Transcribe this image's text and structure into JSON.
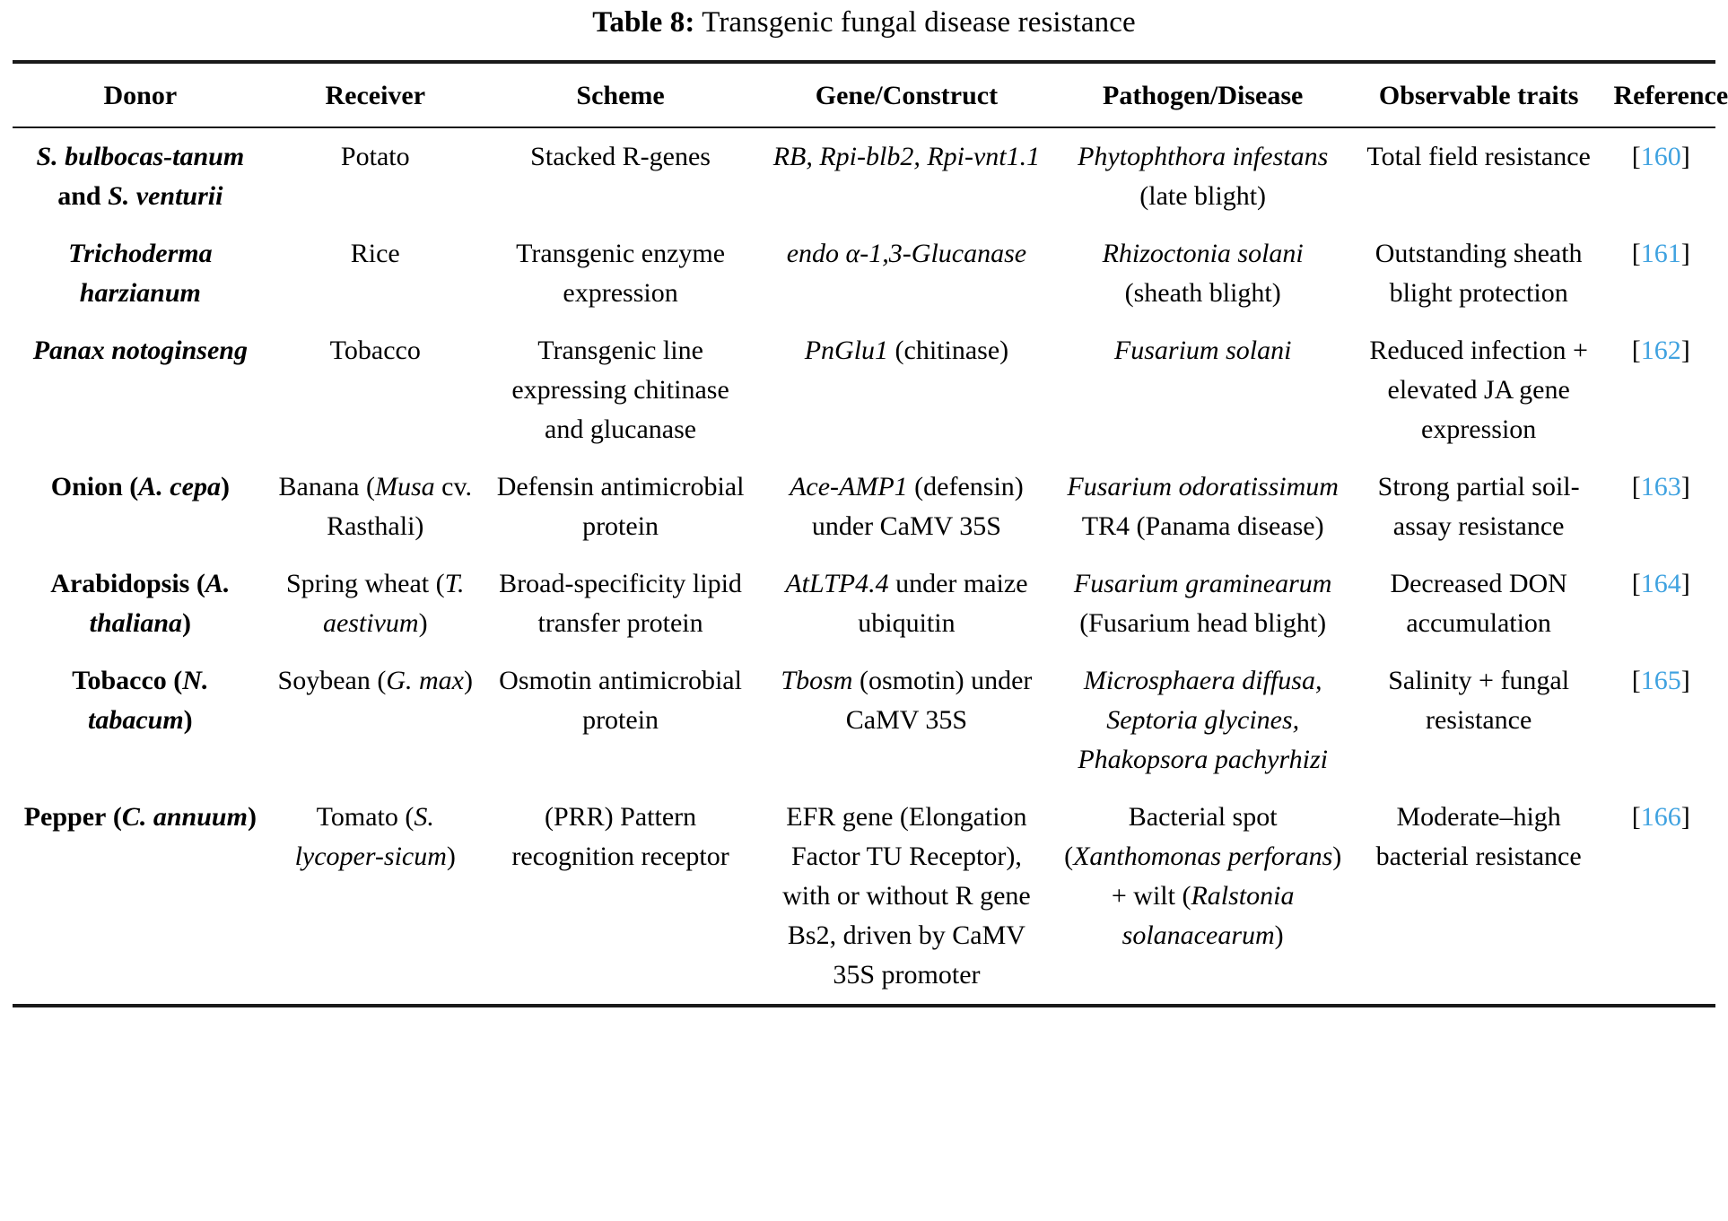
{
  "caption": {
    "label": "Table 8:",
    "text": " Transgenic fungal disease resistance"
  },
  "colors": {
    "reference_blue": "#3fa2e0",
    "rule_black": "#1a1a1a",
    "text": "#000000",
    "background": "#ffffff"
  },
  "table": {
    "headers": [
      "Donor",
      "Receiver",
      "Scheme",
      "Gene/Construct",
      "Pathogen/Disease",
      "Observable traits",
      "Reference"
    ],
    "rows": [
      {
        "donor": "S. bulbocastanum and S. venturii",
        "donor_parts": {
          "species1": "S. bulbocas-tanum",
          "conjunction": "and",
          "species2": "S. venturii"
        },
        "receiver": "Potato",
        "scheme": "Stacked R-genes",
        "gene_italic": "RB, Rpi-blb2, Rpi-vnt1.1",
        "gene_roman": "",
        "pathogen_italic": "Phytophthora infestans",
        "pathogen_roman": " (late blight)",
        "traits": "Total field resistance",
        "reference": "160"
      },
      {
        "donor": "Trichoderma harzianum",
        "receiver": "Rice",
        "scheme": "Transgenic enzyme expression",
        "gene_italic": "endo α-1,3-Glucanase",
        "gene_roman": "",
        "pathogen_italic": "Rhizoctonia solani",
        "pathogen_roman": " (sheath blight)",
        "traits": "Outstanding sheath blight protection",
        "reference": "161"
      },
      {
        "donor": "Panax notoginseng",
        "receiver": "Tobacco",
        "scheme": "Transgenic line expressing chitinase and glucanase",
        "gene_italic": "PnGlu1",
        "gene_roman": " (chitinase)",
        "pathogen_italic": "Fusarium solani",
        "pathogen_roman": "",
        "traits": "Reduced infection + elevated JA gene expression",
        "reference": "162"
      },
      {
        "donor_bold": "Onion",
        "donor_species": "A. cepa",
        "receiver_roman1": "Banana (",
        "receiver_italic": "Musa",
        "receiver_roman2": " cv. Rasthali)",
        "scheme": "Defensin antimicrobial protein",
        "gene_italic": "Ace-AMP1",
        "gene_roman": " (defensin) under CaMV 35S",
        "pathogen_italic": "Fusarium odoratissimum",
        "pathogen_roman": " TR4 (Panama disease)",
        "traits": "Strong partial soil-assay resistance",
        "reference": "163"
      },
      {
        "donor_bold": "Arabidopsis",
        "donor_species": "A. thaliana",
        "receiver_roman1": "Spring wheat (",
        "receiver_italic": "T. aestivum",
        "receiver_roman2": ")",
        "scheme": "Broad-specificity lipid transfer protein",
        "gene_italic": "AtLTP4.4",
        "gene_roman": " under maize ubiquitin",
        "pathogen_italic": "Fusarium graminearum",
        "pathogen_roman": " (Fusarium head blight)",
        "traits": "Decreased DON accumulation",
        "reference": "164"
      },
      {
        "donor_bold": "Tobacco",
        "donor_species": "N. tabacum",
        "receiver_roman1": "Soybean (",
        "receiver_italic": "G. max",
        "receiver_roman2": ")",
        "scheme": "Osmotin antimicrobial protein",
        "gene_italic": "Tbosm",
        "gene_roman": " (osmotin) under CaMV 35S",
        "pathogen_italic": "Microsphaera diffusa, Septoria glycines, Phakopsora pachyrhizi",
        "pathogen_roman": "",
        "traits": "Salinity + fungal resistance",
        "reference": "165"
      },
      {
        "donor_bold": "Pepper",
        "donor_species": "C. annuum",
        "receiver_roman1": "Tomato (",
        "receiver_italic": "S. lycoper-sicum",
        "receiver_roman2": ")",
        "scheme": "(PRR) Pattern recognition receptor",
        "gene_italic": "",
        "gene_roman": "EFR gene (Elongation Factor TU Receptor), with or without R gene Bs2, driven by CaMV 35S promoter",
        "pathogen_roman1": "Bacterial spot (",
        "pathogen_italic1": "Xanthomonas perforans",
        "pathogen_roman2": ") + wilt (",
        "pathogen_italic2": "Ralstonia solanacearum",
        "pathogen_roman3": ")",
        "traits": "Moderate–high bacterial resistance",
        "reference": "166"
      }
    ]
  }
}
